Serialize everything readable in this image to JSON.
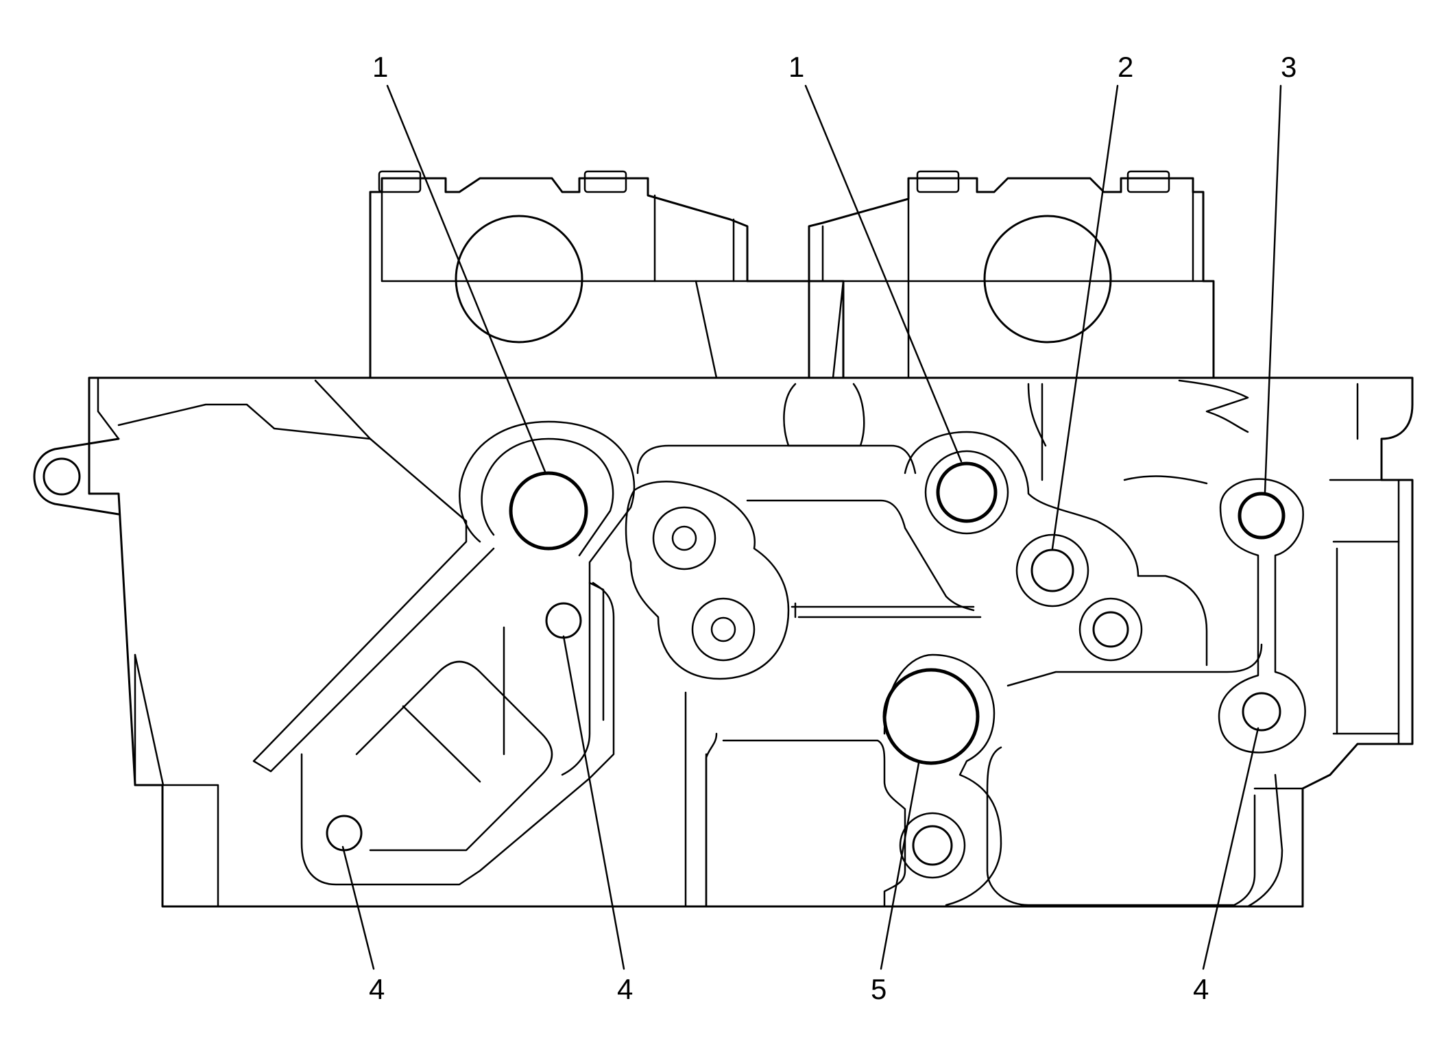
{
  "callouts": [
    {
      "label": "1"
    },
    {
      "label": "1"
    },
    {
      "label": "2"
    },
    {
      "label": "3"
    },
    {
      "label": "4"
    },
    {
      "label": "4"
    },
    {
      "label": "5"
    },
    {
      "label": "4"
    }
  ],
  "colors": {
    "line": "#000000",
    "background": "#ffffff"
  }
}
